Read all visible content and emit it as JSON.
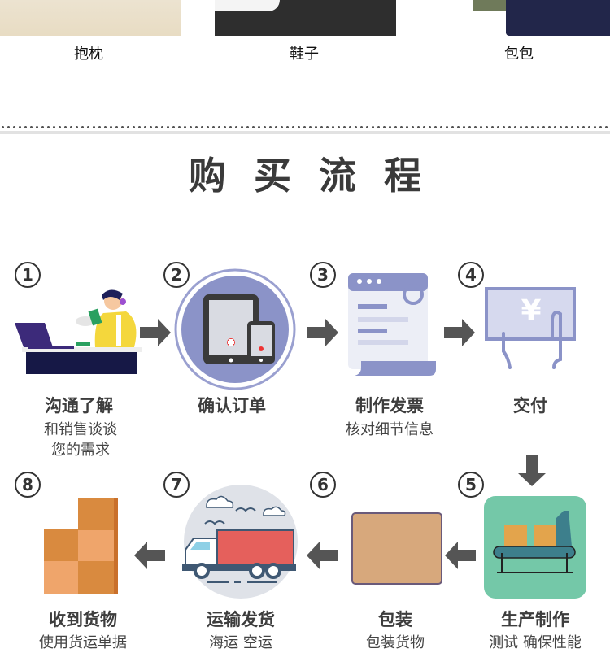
{
  "products": [
    {
      "label": "抱枕",
      "image": "pillow-photo"
    },
    {
      "label": "鞋子",
      "image": "shoe-photo"
    },
    {
      "label": "包包",
      "image": "bag-photo"
    }
  ],
  "section": {
    "title": "购买流程"
  },
  "steps": [
    {
      "num": "1",
      "title": "沟通了解",
      "sub1": "和销售谈谈",
      "sub2": "您的需求",
      "icon": "customer-service-icon"
    },
    {
      "num": "2",
      "title": "确认订单",
      "sub1": "",
      "sub2": "",
      "icon": "shopping-cart-devices-icon"
    },
    {
      "num": "3",
      "title": "制作发票",
      "sub1": "核对细节信息",
      "sub2": "",
      "icon": "invoice-document-icon"
    },
    {
      "num": "4",
      "title": "交付",
      "sub1": "",
      "sub2": "",
      "icon": "payment-yen-icon"
    },
    {
      "num": "5",
      "title": "生产制作",
      "sub1": "测试 确保性能",
      "sub2": "",
      "icon": "conveyor-belt-icon"
    },
    {
      "num": "6",
      "title": "包装",
      "sub1": "包装货物",
      "sub2": "",
      "icon": "package-box-icon"
    },
    {
      "num": "7",
      "title": "运输发货",
      "sub1": "海运 空运",
      "sub2": "",
      "icon": "delivery-truck-icon"
    },
    {
      "num": "8",
      "title": "收到货物",
      "sub1": "使用货运单据",
      "sub2": "",
      "icon": "stacked-boxes-icon"
    }
  ],
  "colors": {
    "accent_purple": "#8b93c8",
    "arrow_gray": "#555555",
    "green_tile": "#74c8a8",
    "box_tan": "#d7a87c",
    "truck_red": "#e5605c",
    "box_orange": "#e08a3c"
  }
}
